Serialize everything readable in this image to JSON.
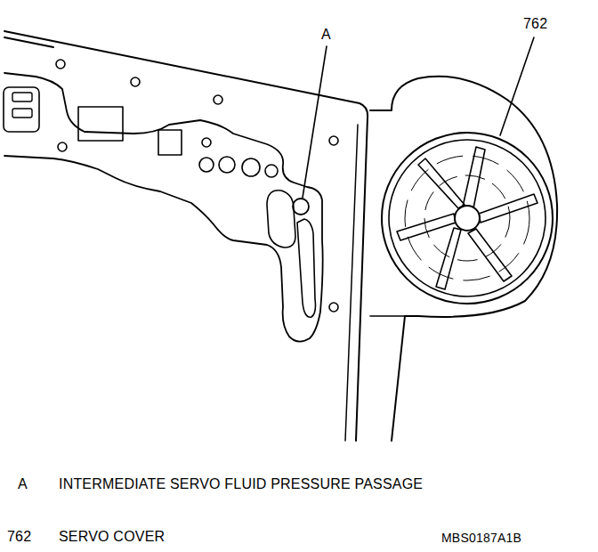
{
  "diagram": {
    "labels": [
      "A",
      "762",
      "A",
      "INTERMEDIATE SERVO FLUID PRESSURE PASSAGE",
      "762",
      "SERVO COVER",
      "MBS0187A1B"
    ]
  }
}
